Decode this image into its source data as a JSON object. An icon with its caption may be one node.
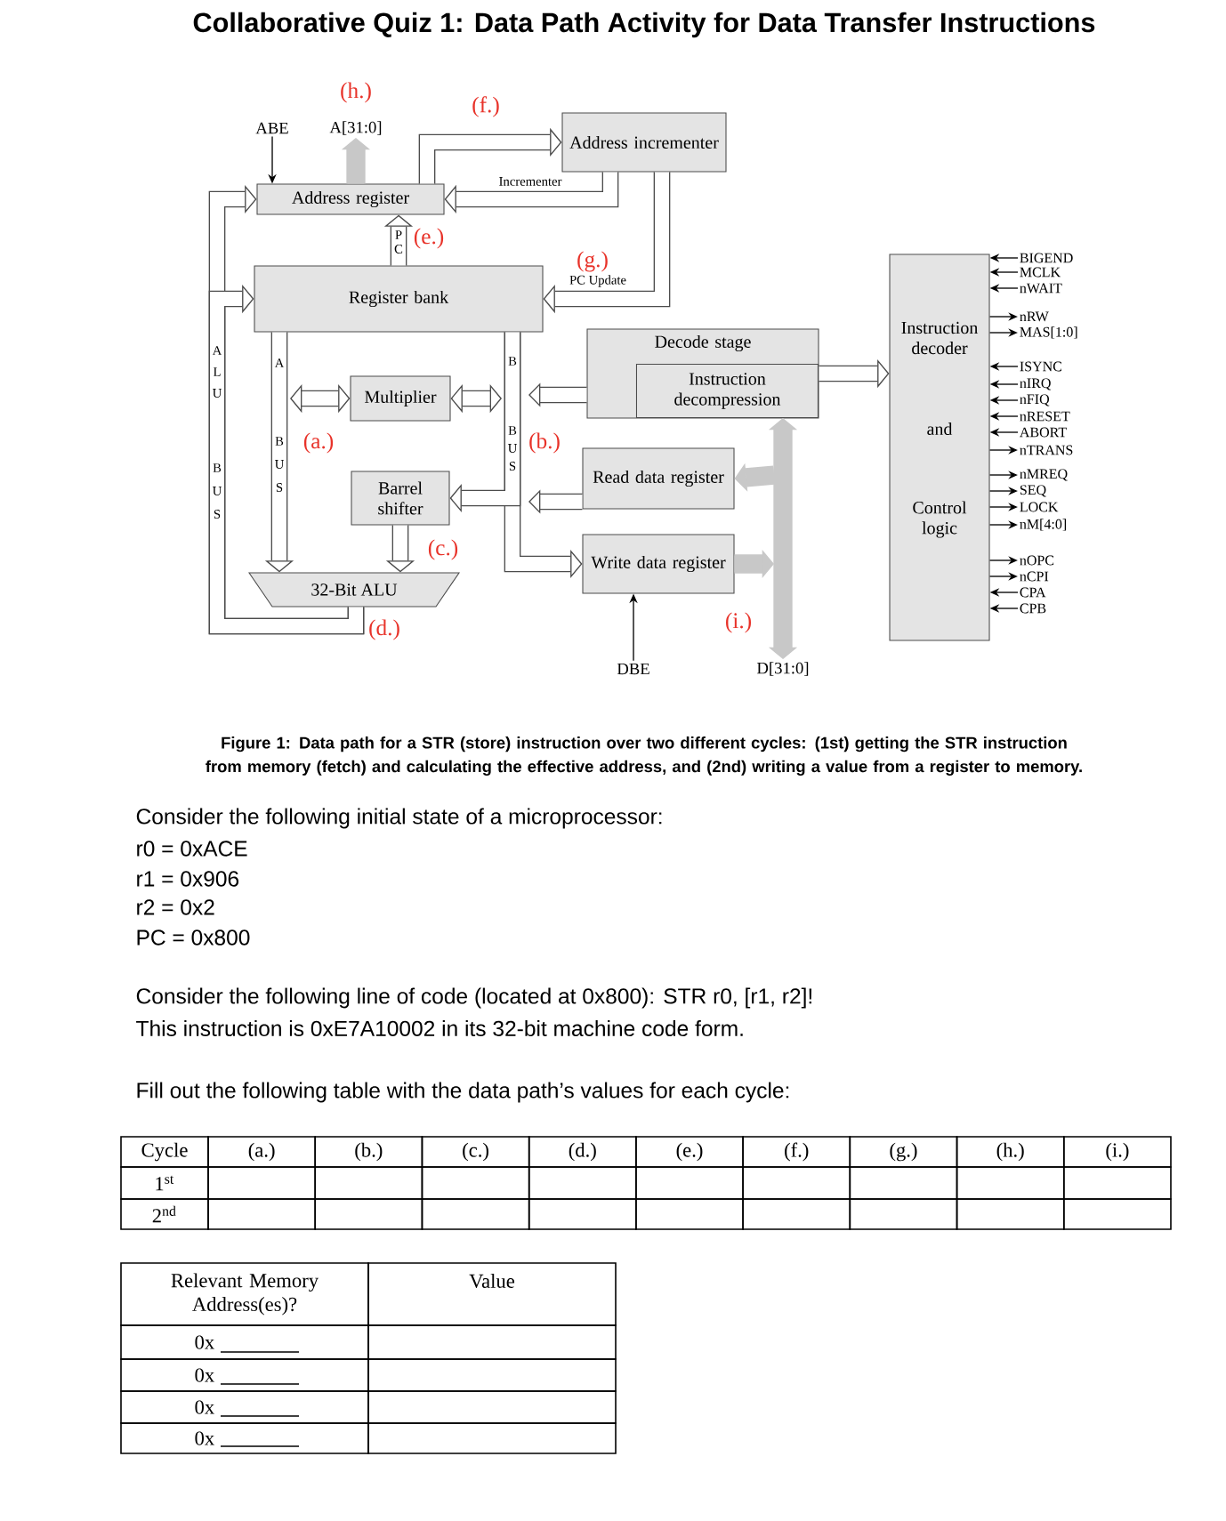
{
  "diagram": {
    "title": "Collaborative Quiz 1: Data Path Activity for Data Transfer Instructions",
    "caption": "Figure 1: Data path for a STR (store) instruction over two different cycles: (1st) getting the STR instruction from memory (fetch) and calculating the effective address, and (2nd) writing a value from a register to memory.",
    "nodes": [
      {
        "text": [
          "Address incrementer"
        ]
      },
      {
        "text": [
          "Address register"
        ]
      },
      {
        "text": [
          "Register bank"
        ]
      },
      {
        "text": [
          "Multiplier"
        ]
      },
      {
        "text": [
          "Barrel shifter"
        ]
      },
      {
        "text": [
          "32-Bit ALU"
        ]
      },
      {
        "text": [
          "Decode stage"
        ]
      },
      {
        "text": [
          "Instruction decompression"
        ],
        "in": 6
      },
      {
        "text": [
          "Read data register"
        ]
      },
      {
        "text": [
          "Write data register"
        ]
      },
      {
        "text": [
          "Instruction decoder",
          "and",
          "Control logic"
        ]
      },
      {
        "text": [
          "ABE"
        ]
      },
      {
        "text": [
          "A[31:0]"
        ]
      },
      {
        "text": [
          "DBE"
        ]
      },
      {
        "text": [
          "D[31:0]"
        ]
      },
      {
        "text": [
          "BIGEND"
        ]
      },
      {
        "text": [
          "MCLK"
        ]
      },
      {
        "text": [
          "nWAIT"
        ]
      },
      {
        "text": [
          "nRW"
        ]
      },
      {
        "text": [
          "MAS[1:0]"
        ]
      },
      {
        "text": [
          "ISYNC"
        ]
      },
      {
        "text": [
          "nIRQ"
        ]
      },
      {
        "text": [
          "nFIQ"
        ]
      },
      {
        "text": [
          "nRESET"
        ]
      },
      {
        "text": [
          "ABORT"
        ]
      },
      {
        "text": [
          "nTRANS"
        ]
      },
      {
        "text": [
          "nMREQ"
        ]
      },
      {
        "text": [
          "SEQ"
        ]
      },
      {
        "text": [
          "LOCK"
        ]
      },
      {
        "text": [
          "nM[4:0]"
        ]
      },
      {
        "text": [
          "nOPC"
        ]
      },
      {
        "text": [
          "nCPI"
        ]
      },
      {
        "text": [
          "CPA"
        ]
      },
      {
        "text": [
          "CPB"
        ]
      }
    ],
    "edges": [
      {
        "from": 11,
        "to": 1,
        "arrow": "to"
      },
      {
        "from": 1,
        "to": 12,
        "arrow": "to",
        "style": "thick",
        "color": "#c8c8c8"
      },
      {
        "from": 1,
        "to": 0,
        "arrow": "to",
        "style": "thick"
      },
      {
        "from": 0,
        "to": 1,
        "arrow": "to",
        "style": "thick",
        "label": "Incrementer"
      },
      {
        "from": 0,
        "to": 2,
        "arrow": "to",
        "style": "thick",
        "label": "PC Update"
      },
      {
        "from": 2,
        "to": 1,
        "arrow": "to",
        "style": "thick"
      },
      {
        "from": 2,
        "to": 5,
        "arrow": "to",
        "style": "thick"
      },
      {
        "from": 3,
        "to": null,
        "arrow": "both",
        "style": "thick"
      },
      {
        "from": 3,
        "to": null,
        "arrow": "both",
        "style": "thick"
      },
      {
        "from": 2,
        "to": 4,
        "arrow": "to",
        "style": "thick"
      },
      {
        "from": 2,
        "to": 9,
        "arrow": "to",
        "style": "thick"
      },
      {
        "from": 6,
        "to": null,
        "arrow": "to",
        "style": "thick"
      },
      {
        "from": 8,
        "to": null,
        "arrow": "to",
        "style": "thick"
      },
      {
        "from": 4,
        "to": 5,
        "arrow": "to",
        "style": "thick"
      },
      {
        "from": 5,
        "to": 1,
        "arrow": "to",
        "style": "thick"
      },
      {
        "from": 5,
        "to": 2,
        "arrow": "to",
        "style": "thick"
      },
      {
        "from": 6,
        "to": 10,
        "arrow": "to",
        "style": "thick"
      },
      {
        "from": 14,
        "to": 7,
        "arrow": "both",
        "style": "thick",
        "color": "#c8c8c8"
      },
      {
        "from": null,
        "to": 8,
        "arrow": "to",
        "style": "thick",
        "color": "#c8c8c8"
      },
      {
        "from": 9,
        "to": null,
        "arrow": "to",
        "style": "thick",
        "color": "#c8c8c8"
      },
      {
        "from": 13,
        "to": 9,
        "arrow": "to"
      },
      {
        "from": 15,
        "to": 10,
        "arrow": "to"
      },
      {
        "from": 16,
        "to": 10,
        "arrow": "to"
      },
      {
        "from": 17,
        "to": 10,
        "arrow": "to"
      },
      {
        "from": 10,
        "to": 18,
        "arrow": "to"
      },
      {
        "from": 10,
        "to": 19,
        "arrow": "to"
      },
      {
        "from": 20,
        "to": 10,
        "arrow": "to"
      },
      {
        "from": 21,
        "to": 10,
        "arrow": "to"
      },
      {
        "from": 22,
        "to": 10,
        "arrow": "to"
      },
      {
        "from": 23,
        "to": 10,
        "arrow": "to"
      },
      {
        "from": 24,
        "to": 10,
        "arrow": "to"
      },
      {
        "from": 10,
        "to": 25,
        "arrow": "to"
      },
      {
        "from": 10,
        "to": 26,
        "arrow": "to"
      },
      {
        "from": 10,
        "to": 27,
        "arrow": "to"
      },
      {
        "from": 10,
        "to": 28,
        "arrow": "to"
      },
      {
        "from": 10,
        "to": 29,
        "arrow": "to"
      },
      {
        "from": 10,
        "to": 30,
        "arrow": "to"
      },
      {
        "from": 10,
        "to": 31,
        "arrow": "to"
      },
      {
        "from": 32,
        "to": 10,
        "arrow": "to"
      },
      {
        "from": 33,
        "to": 10,
        "arrow": "to"
      }
    ],
    "labels": [
      "(h.)",
      "(f.)",
      "P",
      "C",
      "(e.)",
      "(g.)",
      "A",
      "L",
      "U",
      "A",
      "B",
      "B",
      "U",
      "S",
      "(a.)",
      "B",
      "U",
      "S",
      "(b.)",
      "B",
      "U",
      "S",
      "(c.)",
      "(d.)",
      "(i.)",
      "Consider the following initial state of a microprocessor:",
      "r0 = 0xACE",
      "r1 = 0x906",
      "r2 = 0x2",
      "PC = 0x800",
      "Consider the following line of code (located at 0x800): STR r0, [r1, r2]!",
      "This instruction is 0xE7A10002 in its 32-bit machine code form.",
      "Fill out the following table with the data path’s values for each cycle:",
      "Cycle",
      "(a.)",
      "(b.)",
      "(c.)",
      "(d.)",
      "(e.)",
      "(f.)",
      "(g.)",
      "(h.)",
      "(i.)",
      "1$^{st}$",
      "2$^{nd}$",
      "Relevant Memory Address(es)?",
      "Value",
      "0x",
      "0x",
      "0x",
      "0x"
    ]
  }
}
